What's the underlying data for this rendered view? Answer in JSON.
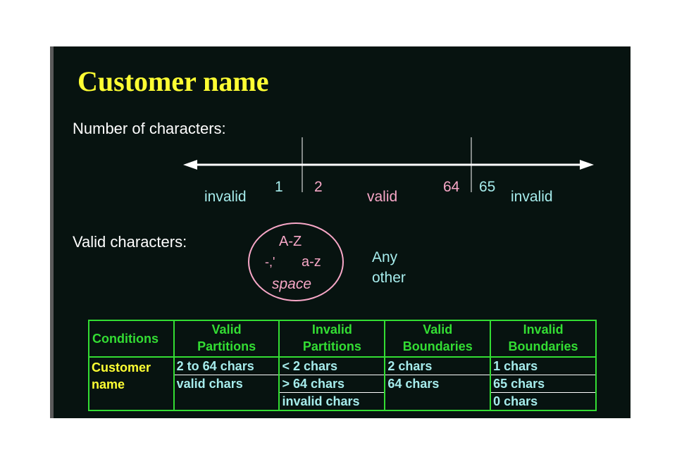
{
  "title": "Customer name",
  "number_label": "Number of characters:",
  "range": {
    "tick_1": "1",
    "tick_2": "2",
    "tick_64": "64",
    "tick_65": "65",
    "left_invalid": "invalid",
    "middle_valid": "valid",
    "right_invalid": "invalid"
  },
  "valid_chars_label": "Valid characters:",
  "valid_set": {
    "upper": "A-Z",
    "lower": "a-z",
    "symbols": "-,'",
    "space": "space"
  },
  "any_other": [
    "Any",
    "other"
  ],
  "colors": {
    "background": "#071310",
    "title": "#ffff33",
    "cyan": "#a6ecec",
    "pink": "#f7a7c7",
    "table_border": "#33dd33"
  },
  "table": {
    "headers": [
      [
        "Conditions"
      ],
      [
        "Valid",
        "Partitions"
      ],
      [
        "Invalid",
        "Partitions"
      ],
      [
        "Valid",
        "Boundaries"
      ],
      [
        "Invalid",
        "Boundaries"
      ]
    ],
    "condition": [
      "Customer",
      "name"
    ],
    "valid_partitions": [
      "2 to 64 chars",
      "valid chars"
    ],
    "invalid_partitions": [
      "< 2 chars",
      "> 64 chars",
      "invalid chars"
    ],
    "valid_boundaries": [
      "2 chars",
      "64 chars"
    ],
    "invalid_boundaries": [
      "1 chars",
      "65 chars",
      "0 chars"
    ]
  }
}
